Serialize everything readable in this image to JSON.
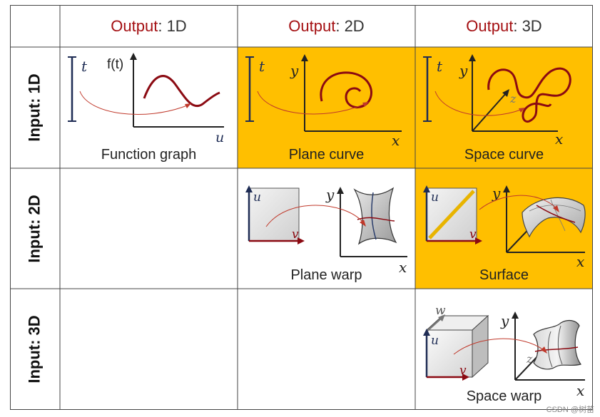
{
  "headers": {
    "col1": {
      "prefix": "Output",
      "suffix": ": 1D"
    },
    "col2": {
      "prefix": "Output",
      "suffix": ": 2D"
    },
    "col3": {
      "prefix": "Output",
      "suffix": ": 3D"
    }
  },
  "rows": {
    "row1": "Input: 1D",
    "row2": "Input: 2D",
    "row3": "Input: 3D"
  },
  "captions": {
    "function_graph": "Function graph",
    "plane_curve": "Plane curve",
    "space_curve": "Space curve",
    "plane_warp": "Plane warp",
    "surface": "Surface",
    "space_warp": "Space warp"
  },
  "axis_labels": {
    "t": "t",
    "ft": "f(t)",
    "u": "u",
    "v": "v",
    "w": "w",
    "x": "x",
    "y": "y",
    "z": "z"
  },
  "watermark": "CSDN @树苗",
  "colors": {
    "highlight": "#ffbf00",
    "header_red": "#a40f12",
    "curve": "#8b0a12",
    "param_axis": "#1f2d55"
  }
}
